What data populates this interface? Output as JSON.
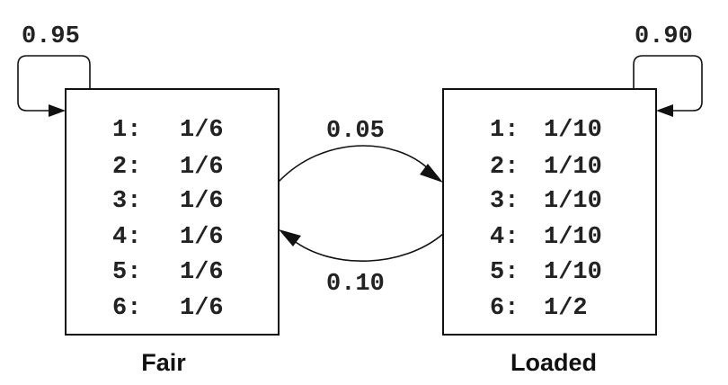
{
  "states": [
    {
      "name": "Fair",
      "self_loop": "0.95",
      "emissions": [
        {
          "face": "1:",
          "prob": "1/6"
        },
        {
          "face": "2:",
          "prob": "1/6"
        },
        {
          "face": "3:",
          "prob": "1/6"
        },
        {
          "face": "4:",
          "prob": "1/6"
        },
        {
          "face": "5:",
          "prob": "1/6"
        },
        {
          "face": "6:",
          "prob": "1/6"
        }
      ]
    },
    {
      "name": "Loaded",
      "self_loop": "0.90",
      "emissions": [
        {
          "face": "1:",
          "prob": "1/10"
        },
        {
          "face": "2:",
          "prob": "1/10"
        },
        {
          "face": "3:",
          "prob": "1/10"
        },
        {
          "face": "4:",
          "prob": "1/10"
        },
        {
          "face": "5:",
          "prob": "1/10"
        },
        {
          "face": "6:",
          "prob": "1/2"
        }
      ]
    }
  ],
  "transitions": {
    "fair_to_loaded": "0.05",
    "loaded_to_fair": "0.10"
  }
}
